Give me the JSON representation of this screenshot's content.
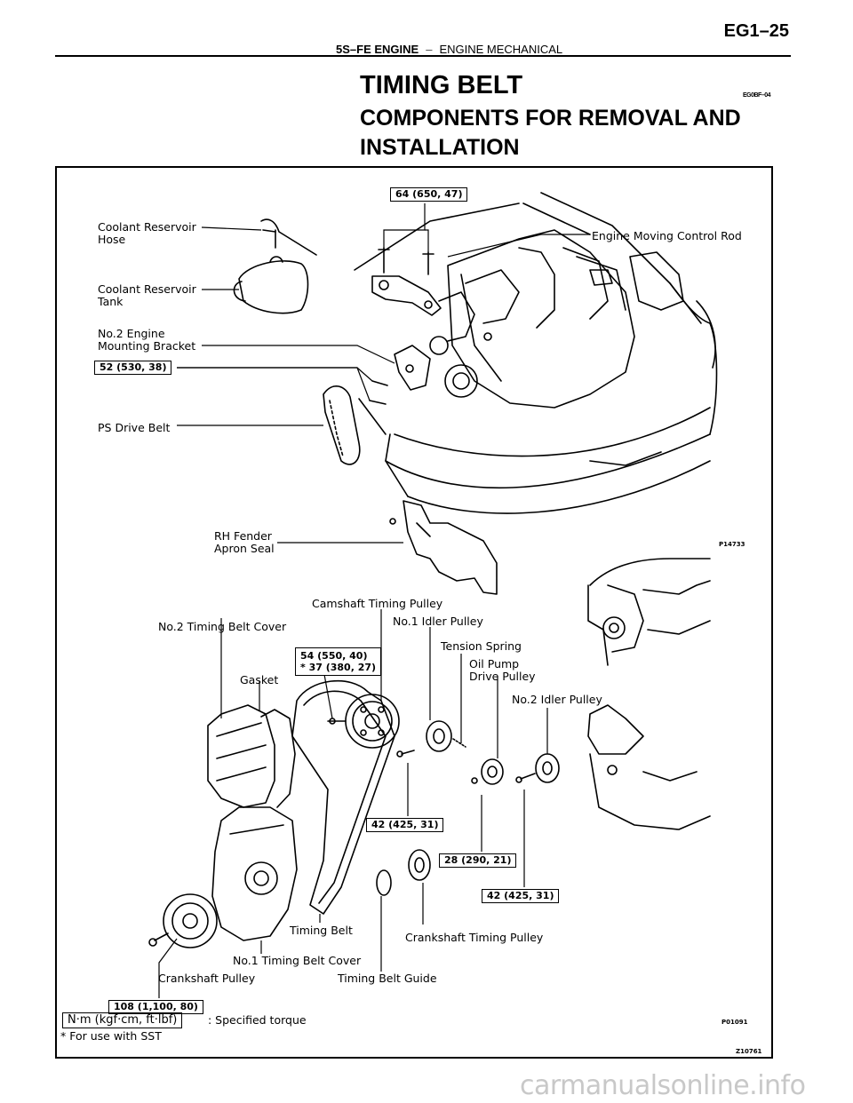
{
  "header": {
    "section": "5S–FE ENGINE",
    "separator": "–",
    "chapter": "ENGINE MECHANICAL",
    "page": "EG1–25"
  },
  "title": "TIMING BELT",
  "subtitle": "COMPONENTS FOR REMOVAL AND INSTALLATION",
  "figure": {
    "top_labels": {
      "coolant_reservoir_hose": "Coolant Reservoir\nHose",
      "coolant_reservoir_tank": "Coolant Reservoir\nTank",
      "no2_engine_mounting_bracket": "No.2 Engine\nMounting Bracket",
      "ps_drive_belt": "PS Drive Belt",
      "rh_fender_apron_seal": "RH Fender\nApron Seal",
      "engine_moving_control_rod": "Engine Moving Control Rod",
      "fig_code_top": "P14733"
    },
    "bottom_labels": {
      "camshaft_timing_pulley": "Camshaft Timing Pulley",
      "no2_timing_belt_cover": "No.2 Timing Belt Cover",
      "no1_idler_pulley": "No.1 Idler Pulley",
      "tension_spring": "Tension Spring",
      "oil_pump_drive_pulley": "Oil Pump\nDrive Pulley",
      "no2_idler_pulley": "No.2 Idler Pulley",
      "gasket": "Gasket",
      "timing_belt": "Timing Belt",
      "no1_timing_belt_cover": "No.1 Timing Belt Cover",
      "crankshaft_timing_pulley": "Crankshaft Timing Pulley",
      "crankshaft_pulley": "Crankshaft Pulley",
      "timing_belt_guide": "Timing Belt Guide",
      "fig_code_bottom": "P01091",
      "fig_code_corner": "Z10761"
    },
    "torques": {
      "control_rod": "64 (650, 47)",
      "mounting_bracket": "52 (530, 38)",
      "camshaft_pulley": "54 (550, 40)\n* 37 (380, 27)",
      "idler_no1": "42 (425, 31)",
      "oil_pump_pulley": "28 (290, 21)",
      "idler_no2": "42 (425, 31)",
      "crankshaft_pulley": "108 (1,100, 80)"
    },
    "legend": {
      "unit_box": "N·m (kgf·cm, ft·lbf)",
      "unit_desc": ": Specified torque",
      "sst_note": "* For use with SST"
    }
  },
  "watermark": "carmanualsonline.info",
  "doc_code": "EG0BF–04"
}
